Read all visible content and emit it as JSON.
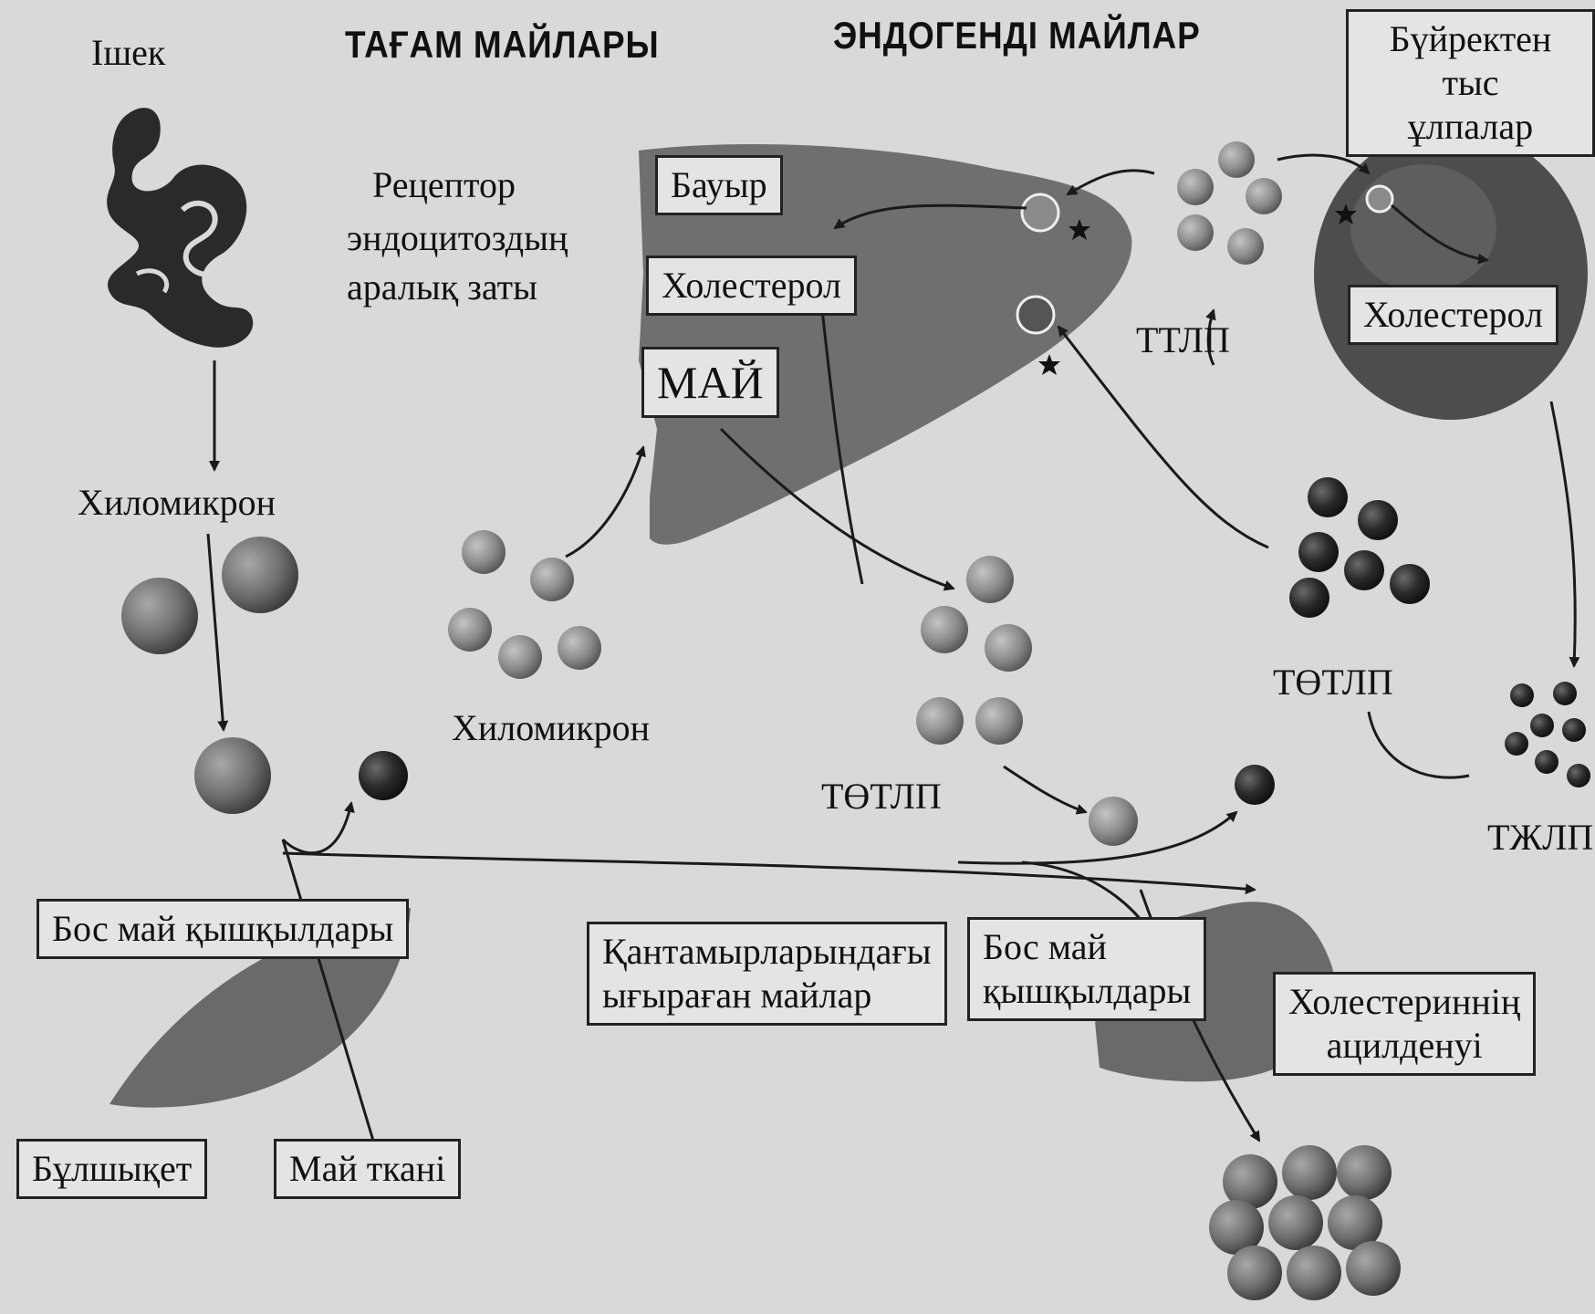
{
  "headers": {
    "food_fats": "ТАҒАМ МАЙЛАРЫ",
    "endogenous_fats": "ЭНДОГЕНДІ МАЙЛАР"
  },
  "labels": {
    "intestine": "Ішек",
    "receptor_line1": "Рецептор",
    "receptor_line2": "эндоцитоздың",
    "receptor_line3": "аралық заты",
    "chylomicron_left": "Хиломикрон",
    "chylomicron_mid": "Хиломикрон",
    "ttlp": "ТТЛП",
    "totlp_mid": "ТӨТЛП",
    "totlp_right": "ТӨТЛП",
    "tzhlp": "ТЖЛП"
  },
  "boxes": {
    "liver": "Бауыр",
    "cholesterol_liver": "Холестерол",
    "fat": "МАЙ",
    "extrarenal_line1": "Бүйректен тыс",
    "extrarenal_line2": "ұлпалар",
    "cholesterol_tissue": "Холестерол",
    "free_fatty_acids_left": "Бос май қышқылдары",
    "vessel_fats_line1": "Қантамырларындағы",
    "vessel_fats_line2": "ығыраған майлар",
    "free_fatty_acids_mid_line1": "Бос май",
    "free_fatty_acids_mid_line2": "қышқылдары",
    "cholesterol_acyl_line1": "Холестериннің",
    "cholesterol_acyl_line2": "ацилденуі",
    "muscle": "Бұлшықет",
    "adipose": "Май ткані"
  },
  "colors": {
    "background": "#d9d9d9",
    "organ": "#6f6f6f",
    "particle_light": "#8c8c8c",
    "particle_dark": "#2a2a2a",
    "line": "#1a1a1a"
  }
}
